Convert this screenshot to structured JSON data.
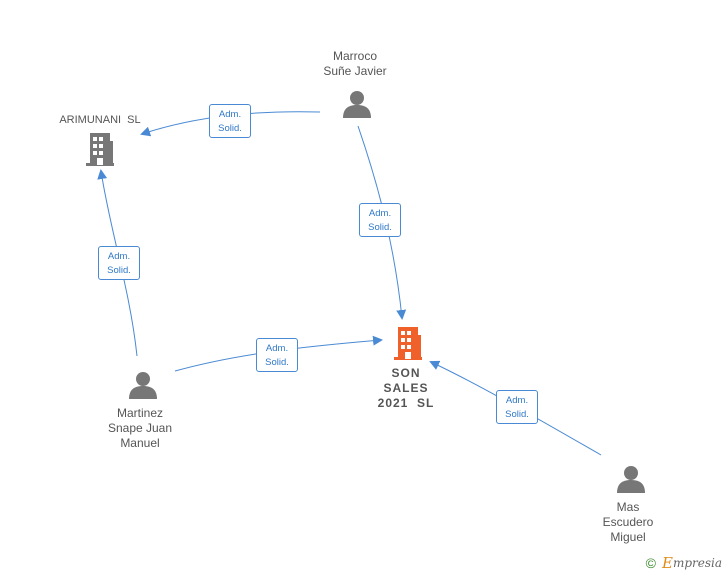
{
  "nodes": {
    "marroco": {
      "label": "Marroco\nSuñe Javier"
    },
    "arimunani": {
      "label": "ARIMUNANI  SL"
    },
    "martinez": {
      "label": "Martinez\nSnape Juan\nManuel"
    },
    "son_sales": {
      "label": "SON\nSALES\n2021  SL"
    },
    "mas": {
      "label": "Mas\nEscudero\nMiguel"
    }
  },
  "edges": [
    {
      "label": "Adm.\nSolid."
    },
    {
      "label": "Adm.\nSolid."
    },
    {
      "label": "Adm.\nSolid."
    },
    {
      "label": "Adm.\nSolid."
    },
    {
      "label": "Adm.\nSolid."
    }
  ],
  "colors": {
    "edge": "#4a8ad4",
    "person_icon": "#777777",
    "company_icon": "#777777",
    "main_company_icon": "#f0602a"
  },
  "footer": {
    "copyright": "©",
    "brand_initial": "E",
    "brand_rest": "mpresia"
  }
}
